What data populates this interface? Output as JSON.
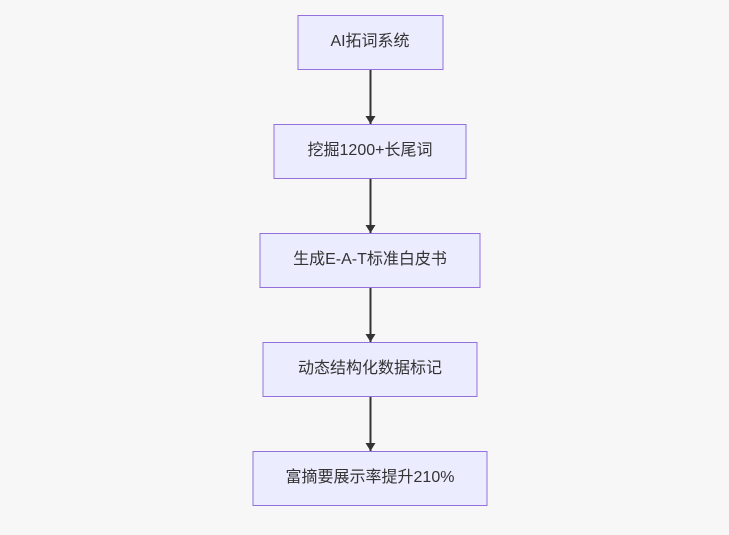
{
  "flowchart": {
    "direction": "top-down",
    "nodes": [
      {
        "label": "AI拓词系统"
      },
      {
        "label": "挖掘1200+长尾词"
      },
      {
        "label": "生成E-A-T标准白皮书"
      },
      {
        "label": "动态结构化数据标记"
      },
      {
        "label": "富摘要展示率提升210%"
      }
    ],
    "edges": [
      {
        "from": 0,
        "to": 1
      },
      {
        "from": 1,
        "to": 2
      },
      {
        "from": 2,
        "to": 3
      },
      {
        "from": 3,
        "to": 4
      }
    ],
    "colors": {
      "background": "#f7f7f7",
      "node_fill": "#ececff",
      "node_border": "#9370db",
      "edge": "#333333",
      "text": "#333333"
    }
  }
}
